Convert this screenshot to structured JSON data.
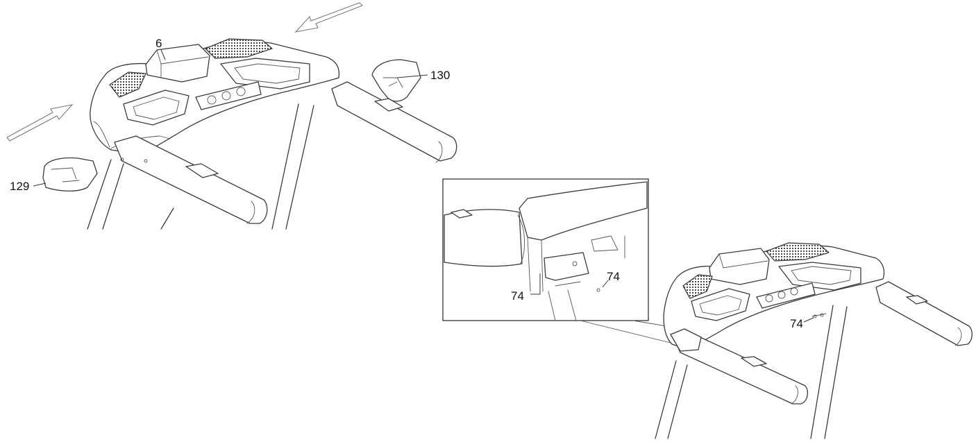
{
  "callouts": {
    "console_part": "6",
    "right_cover": "130",
    "left_cover": "129",
    "inset_screw_left": "74",
    "inset_screw_right": "74",
    "main_screw": "74"
  },
  "colors": {
    "line": "#3a3a3a",
    "arrow_outline": "#7a7a7a",
    "background": "#ffffff"
  },
  "icons": {
    "assembly_arrows": "outline-arrow-icon"
  }
}
